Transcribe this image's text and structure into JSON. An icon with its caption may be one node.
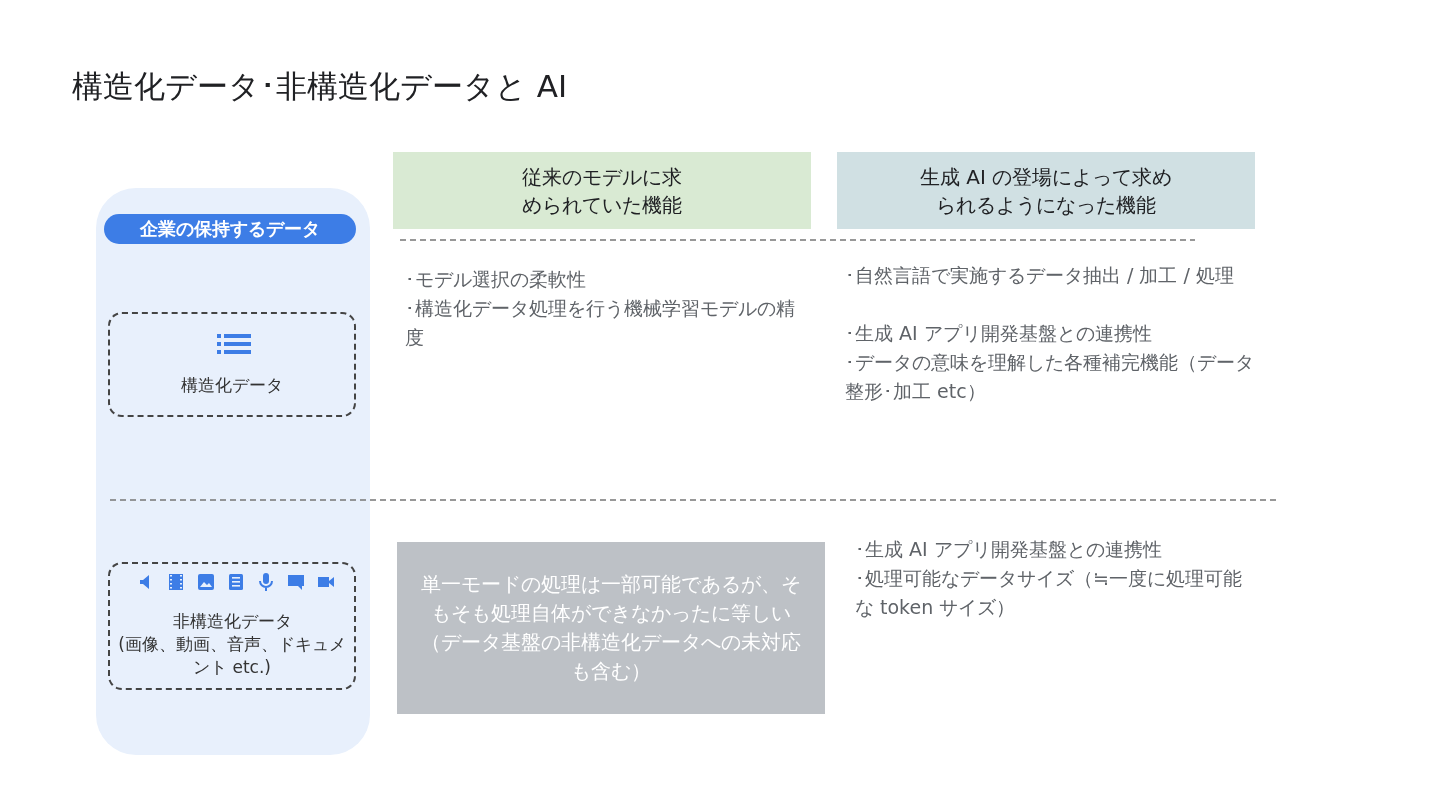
{
  "diagram": {
    "title": "構造化データ･非構造化データと AI",
    "nodes": [
      {
        "text": [],
        "shape": "box"
      },
      {
        "text": [
          "企業の保持するデータ"
        ],
        "in": 0
      },
      {
        "text": [
          "構造化データ"
        ],
        "in": 0
      },
      {
        "text": [
          "非構造化データ",
          "(画像、動画、音声、ドキュメント etc.)"
        ],
        "in": 0
      },
      {
        "text": [
          "従来のモデルに求められていた機能"
        ]
      },
      {
        "text": [
          "生成 AI の登場によって求められるようになった機能"
        ]
      },
      {
        "text": [
          "単一モードの処理は一部可能であるが、そもそも処理自体ができなかったに等しい",
          "（データ基盤の非構造化データへの未対応も含む）"
        ]
      }
    ],
    "edges": [],
    "labels": [
      "･モデル選択の柔軟性",
      "･構造化データ処理を行う機械学習モデルの精度",
      "･自然言語で実施するデータ抽出 / 加工 / 処理",
      "･生成 AI アプリ開発基盤との連携性",
      "･データの意味を理解した各種補完機能（データ整形･加工 etc）",
      "･生成 AI アプリ開発基盤との連携性",
      "･処理可能なデータサイズ（≒一度に処理可能な token サイズ）"
    ]
  }
}
